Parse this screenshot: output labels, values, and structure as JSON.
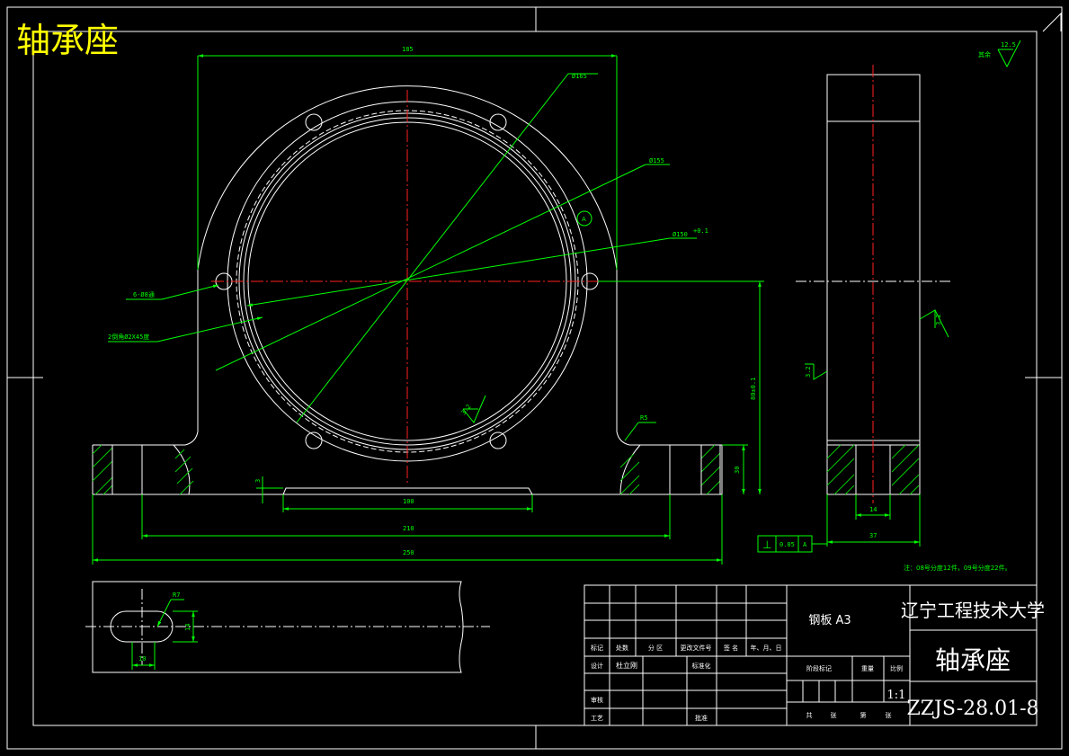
{
  "drawing_title": "轴承座",
  "dimensions": {
    "width_top": "185",
    "dia_bolt_circle": "Ø165",
    "dia_outer": "Ø155",
    "dia_bore": "Ø150",
    "bore_tol": "+0.1",
    "bolt_holes": "6-Ø8通",
    "chamfer": "2倒角Ø2X45度",
    "height": "80±0.1",
    "fillet": "R5",
    "base_height": "30",
    "slot_width": "100",
    "hole_span": "210",
    "overall_length": "250",
    "step": "3",
    "side_hole": "14",
    "side_width": "37",
    "slot_radius": "R7",
    "slot_len": "10",
    "slot_w": "14"
  },
  "surface": {
    "roughness_general": "12.5",
    "roughness_note": "其余",
    "roughness_bore": "3.2",
    "roughness_side1": "3.2",
    "roughness_side2": "3.2"
  },
  "tolerance": {
    "symbol": "⊥",
    "value": "0.05",
    "datum": "A"
  },
  "datum_label": "A",
  "note": "注：08号分度12件，09号分度22件。",
  "title_block": {
    "material": "钢板 A3",
    "university": "辽宁工程技术大学",
    "part_name": "轴承座",
    "drawing_no": "ZZJS-28.01-8",
    "scale": "1:1",
    "headers": [
      "标记",
      "处数",
      "分 区",
      "更改文件号",
      "签 名",
      "年、月、日"
    ],
    "design": "设计",
    "designer": "杜立刚",
    "standardize": "标准化",
    "stage_mark": "阶段标记",
    "weight": "重量",
    "ratio": "比例",
    "review": "审核",
    "process": "工艺",
    "approve": "批准",
    "total": "共",
    "sheets": "张",
    "page": "第",
    "sheet": "张"
  }
}
